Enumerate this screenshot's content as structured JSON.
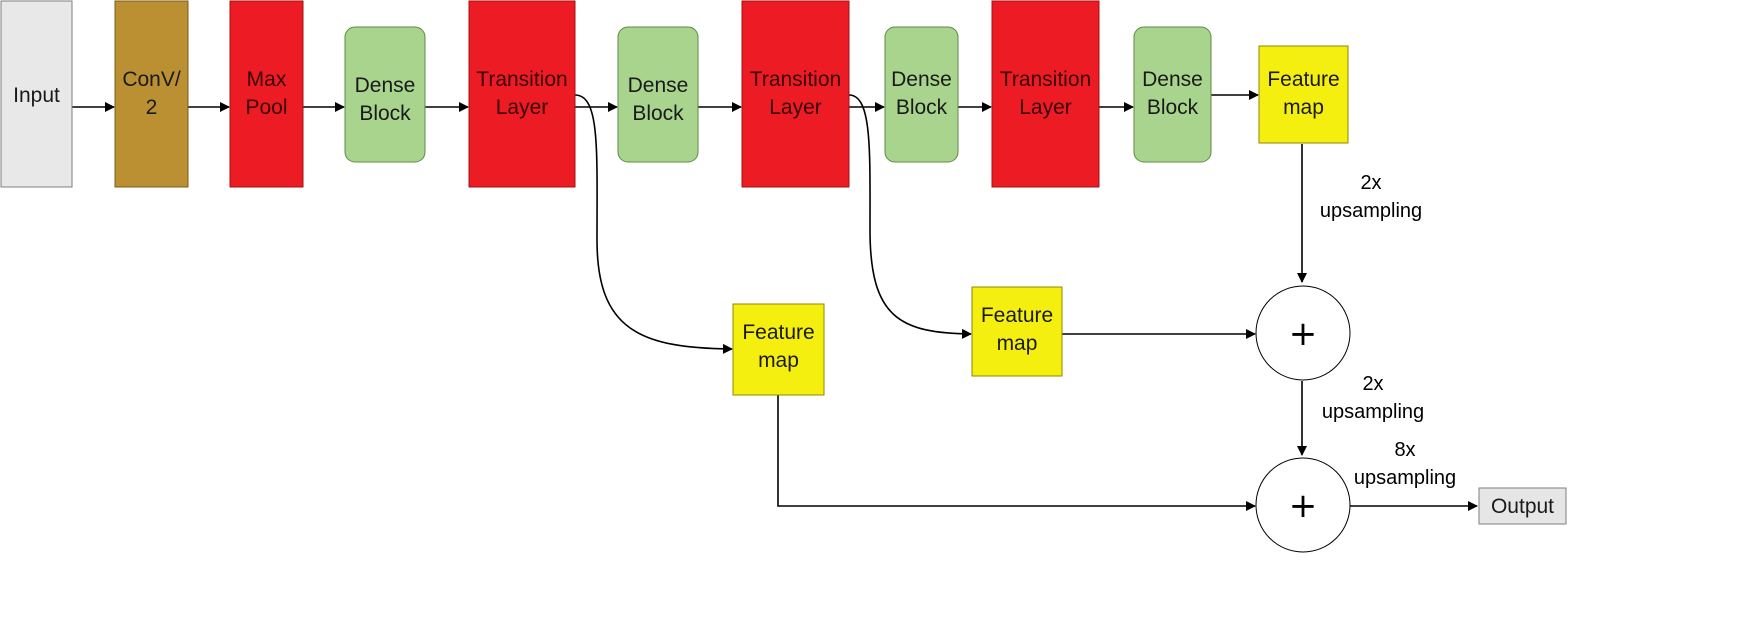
{
  "nodes": {
    "input": [
      "Input"
    ],
    "conv": [
      "ConV/",
      "2"
    ],
    "maxpool": [
      "Max",
      "Pool"
    ],
    "dense1": [
      "Dense",
      "Block"
    ],
    "transition1": [
      "Transition",
      "Layer"
    ],
    "dense2": [
      "Dense",
      "Block"
    ],
    "transition2": [
      "Transition",
      "Layer"
    ],
    "dense3": [
      "Dense",
      "Block"
    ],
    "transition3": [
      "Transition",
      "Layer"
    ],
    "dense4": [
      "Dense",
      "Block"
    ],
    "feature_top": [
      "Feature",
      "map"
    ],
    "feature_mid": [
      "Feature",
      "map"
    ],
    "feature_low": [
      "Feature",
      "map"
    ],
    "sum1": "+",
    "sum2": "+",
    "output": [
      "Output"
    ]
  },
  "edge_labels": {
    "up1": [
      "2x",
      "upsampling"
    ],
    "up2": [
      "2x",
      "upsampling"
    ],
    "up3": [
      "8x",
      "upsampling"
    ]
  },
  "colors": {
    "input_fill": "#e8e8e8",
    "conv_fill": "#bb9032",
    "red_fill": "#ed1c24",
    "dense_fill": "#a8d48e",
    "feature_fill": "#f5ef0f",
    "output_fill": "#e6e6e6",
    "stroke": "#000000"
  }
}
